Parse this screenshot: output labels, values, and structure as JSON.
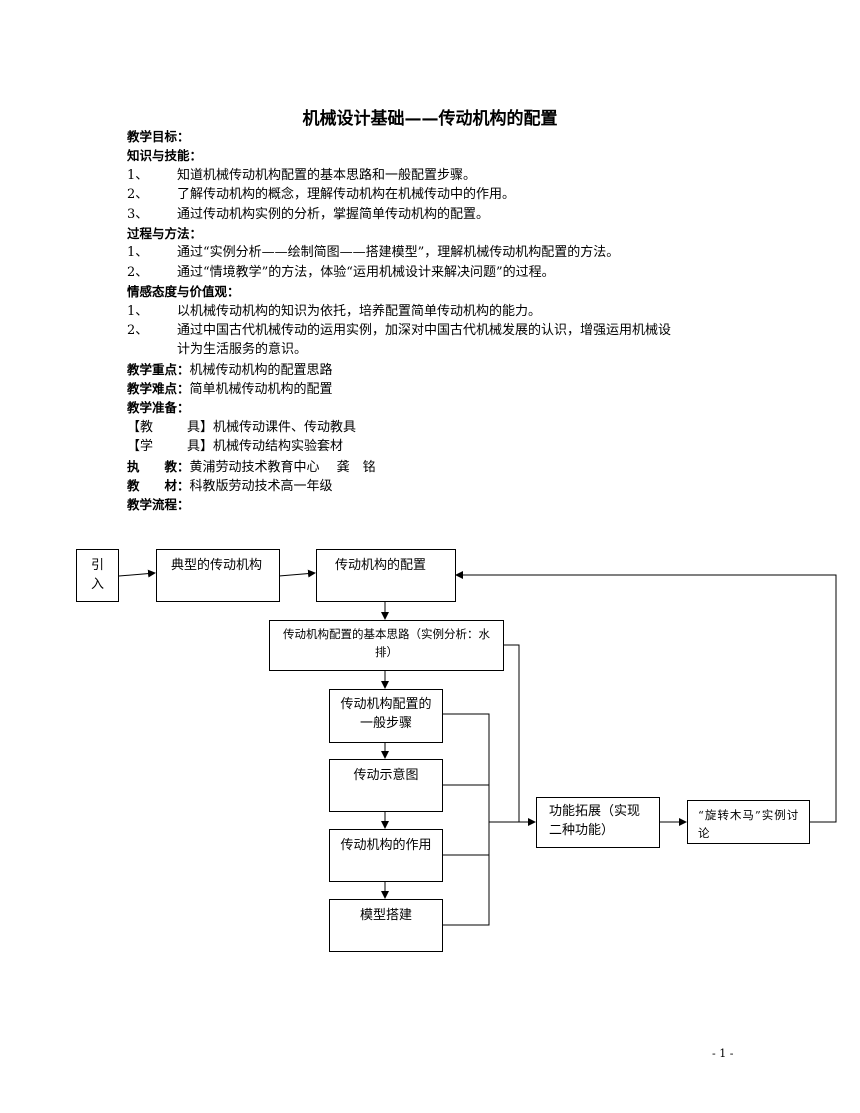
{
  "title": "机械设计基础——传动机构的配置",
  "objectives_heading": "教学目标：",
  "knowledge": {
    "heading": "知识与技能：",
    "items": [
      {
        "num": "1、",
        "text": "知道机械传动机构配置的基本思路和一般配置步骤。"
      },
      {
        "num": "2、",
        "text": "了解传动机构的概念，理解传动机构在机械传动中的作用。"
      },
      {
        "num": "3、",
        "text": "通过传动机构实例的分析，掌握简单传动机构的配置。"
      }
    ]
  },
  "process": {
    "heading": "过程与方法：",
    "items": [
      {
        "num": "1、",
        "text": "通过“实例分析——绘制简图——搭建模型”，理解机械传动机构配置的方法。"
      },
      {
        "num": "2、",
        "text": "通过“情境教学”的方法，体验“运用机械设计来解决问题”的过程。"
      }
    ]
  },
  "attitude": {
    "heading": "情感态度与价值观：",
    "items": [
      {
        "num": "1、",
        "text": "以机械传动机构的知识为依托，培养配置简单传动机构的能力。"
      },
      {
        "num": "2、",
        "text": "通过中国古代机械传动的运用实例，加深对中国古代机械发展的认识，增强运用机械设",
        "cont": "计为生活服务的意识。"
      }
    ]
  },
  "key_point": {
    "label": "教学重点：",
    "value": "机械传动机构的配置思路"
  },
  "difficulty": {
    "label": "教学难点：",
    "value": "简单机械传动机构的配置"
  },
  "prep": {
    "heading": "教学准备：",
    "teaching_aids": {
      "open": "【教",
      "close": "具】",
      "value": "机械传动课件、传动教具"
    },
    "student_aids": {
      "open": "【学",
      "close": "具】",
      "value": "机械传动结构实验套材"
    }
  },
  "instructor": {
    "label": "执　　教：",
    "value": "黄浦劳动技术教育中心　 龚　铭"
  },
  "textbook": {
    "label": "教　　材：",
    "value": "科教版劳动技术高一年级"
  },
  "flow_heading": "教学流程：",
  "flow": {
    "intro": "引入",
    "typical": "典型的传动机构",
    "config": "传动机构的配置",
    "basic_idea": "传动机构配置的基本思路（实例分析：水排）",
    "steps": "传动机构配置的一般步骤",
    "diagram": "传动示意图",
    "role": "传动机构的作用",
    "model": "模型搭建",
    "extend": "功能拓展（实现二种功能）",
    "discussion": "“旋转木马”实例讨论"
  },
  "page_number": "- 1 -"
}
